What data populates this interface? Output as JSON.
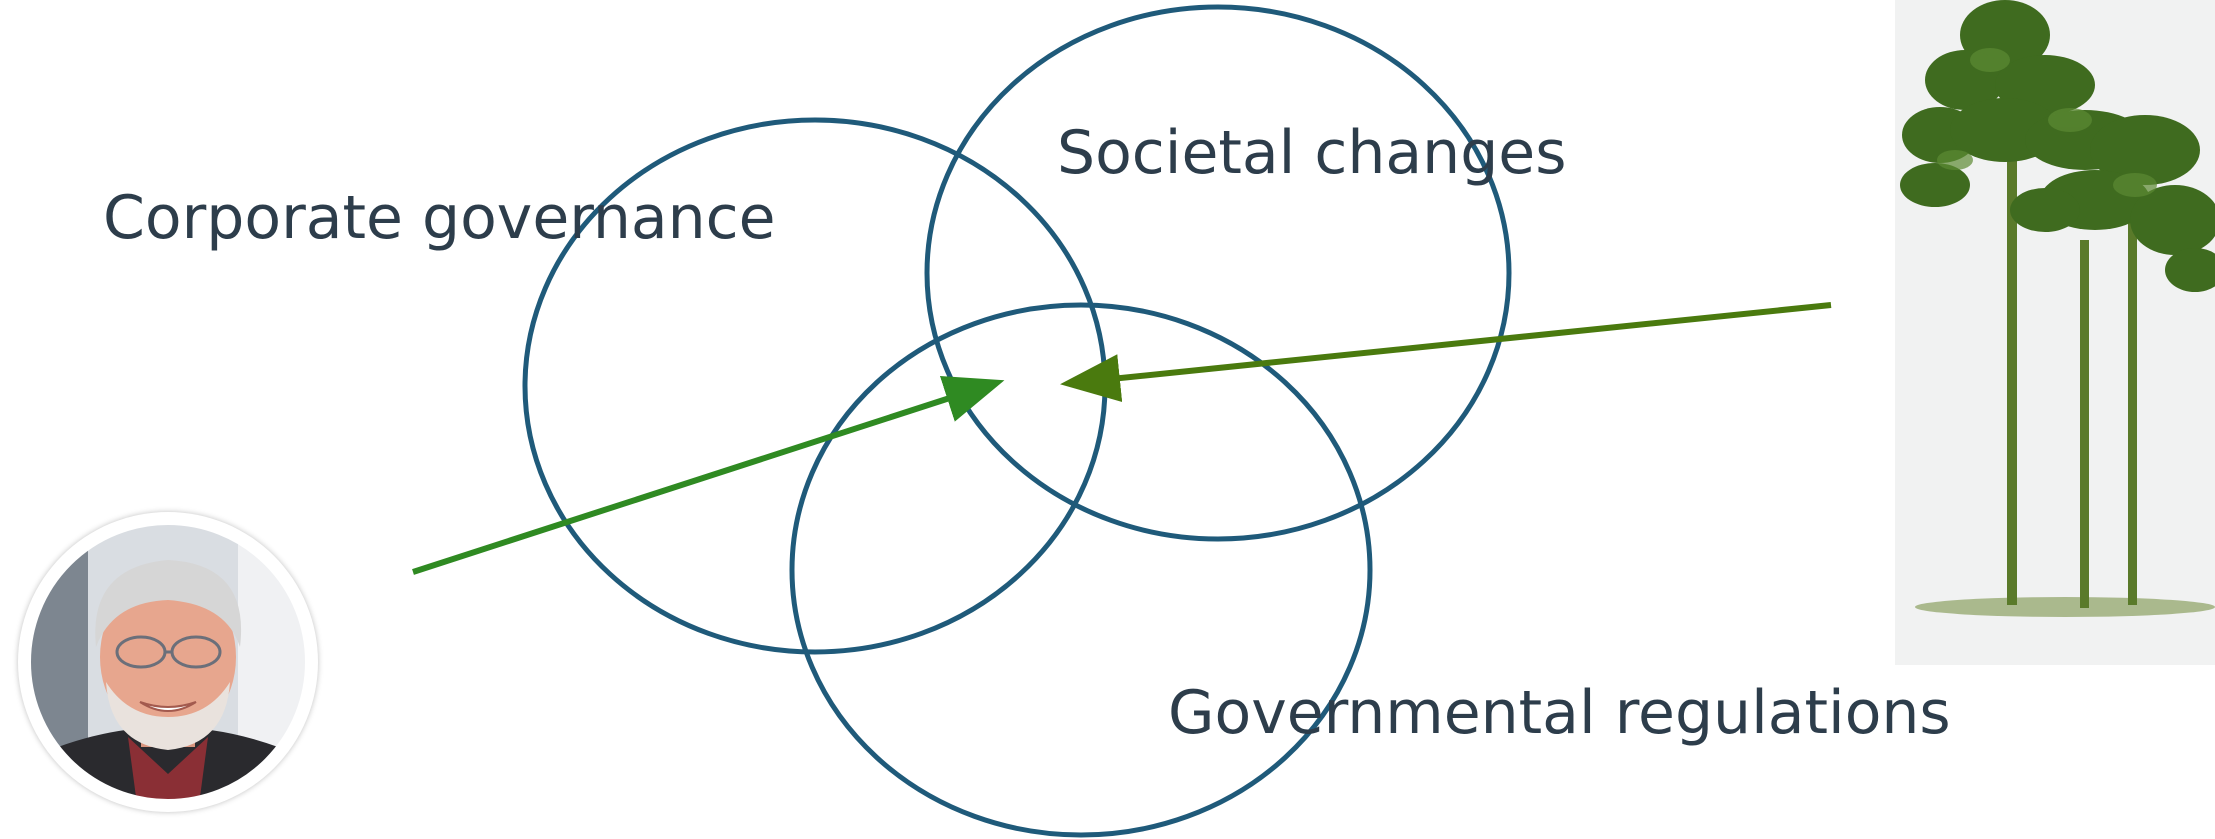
{
  "diagram": {
    "type": "venn",
    "circles": [
      {
        "label": "Corporate governance"
      },
      {
        "label": "Societal changes"
      },
      {
        "label": "Governmental regulations"
      }
    ],
    "colors": {
      "circle_stroke": "#1f5a7a",
      "arrow_left": "#2f8a22",
      "arrow_right": "#4a7a0e",
      "label_text": "#2d3d4b",
      "tree_foliage": "#3f6b1f",
      "tree_trunk": "#5a7a2a"
    },
    "images": {
      "left": "person-portrait",
      "right": "pine-trees"
    }
  }
}
